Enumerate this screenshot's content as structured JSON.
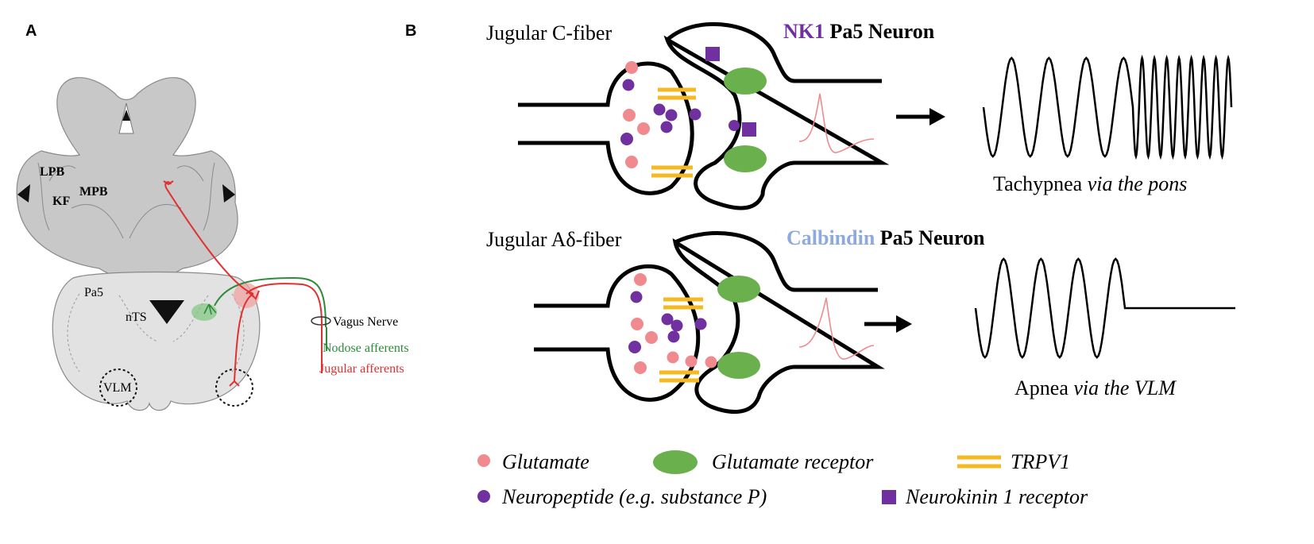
{
  "panel_a": {
    "label": "A",
    "pons_labels": {
      "lpb": "LPB",
      "kf": "KF",
      "mpb": "MPB"
    },
    "medulla_labels": {
      "pa5": "Pa5",
      "nts": "nTS",
      "vlm": "VLM"
    },
    "nerve_label": "Vagus Nerve",
    "nodose_label": "Nodose afferents",
    "jugular_label": "Jugular afferents"
  },
  "panel_b": {
    "label": "B",
    "c_fiber": {
      "fiber_label": "Jugular C-fiber",
      "neuron_marker": "NK1",
      "neuron_label": "Pa5 Neuron",
      "outcome_main": "Tachypnea",
      "outcome_via": "via the pons"
    },
    "ad_fiber": {
      "fiber_label": "Jugular Aδ-fiber",
      "neuron_marker": "Calbindin",
      "neuron_label": "Pa5 Neuron",
      "outcome_main": "Apnea",
      "outcome_via": "via the VLM"
    },
    "legend": {
      "glutamate": "Glutamate",
      "glutamate_receptor": "Glutamate receptor",
      "trpv1": "TRPV1",
      "neuropeptide": "Neuropeptide (e.g. substance P)",
      "nk1_receptor": "Neurokinin 1 receptor"
    }
  },
  "colors": {
    "glutamate": "#f08a8e",
    "neuropeptide": "#7030a0",
    "receptor": "#6ab04c",
    "trpv1": "#f5b921",
    "nk1_text": "#7030a0",
    "calbindin_text": "#8ea9db",
    "jugular": "#e03030",
    "nodose": "#2e8b3a",
    "brain_fill": "#c8c8c8",
    "medulla_fill": "#e0e0e0"
  }
}
